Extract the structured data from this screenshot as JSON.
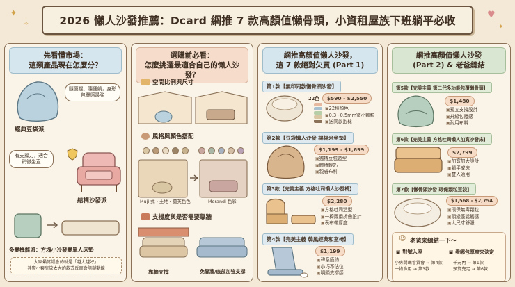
{
  "title": "2026 懶人沙發推薦：Dcard 網推 7 款高顏值懶骨頭，小資租屋族下班躺平必收",
  "col1": {
    "heading_l1": "先看懂市場：",
    "heading_l2": "這類產品現在怎麼分？",
    "bubble1": "隨便捏、隨便躺，身形包覆感最強",
    "label1": "經典豆袋派",
    "bubble2": "有支撐力，適合稍微坐直",
    "label2": "結構沙發派",
    "label3": "多變機能派：方塊小沙發變單人床墊",
    "note_l1": "大家最常誤會的就是「越大越好」",
    "note_l2": "其實小套房放太大的款式反而會阻礙動線"
  },
  "col2": {
    "heading_l1": "選購前必看：",
    "heading_l2": "怎麼挑選最適合自己的懶人沙發？",
    "sec1": "空間比例與尺寸",
    "sec2": "風格與顏色搭配",
    "swatch_label1": "Muji 式・土地・莫芙色色",
    "swatch_label2": "Morandi 色彩",
    "sec3": "支撐度與是否需要靠牆",
    "label_a": "靠牆支撐",
    "label_b": "免靠牆/底部加強支撐"
  },
  "col3": {
    "heading_l1": "網推高顏值懶人沙發，",
    "heading_l2": "這 7 款絕對欠買 (Part 1)",
    "items": [
      {
        "tag": "第1款【無印同款懶骨頭沙發】",
        "extra": "22色",
        "price": "$590 - $2,550",
        "features": [
          "22種顏色",
          "0.3~0.5mm微小顆粒",
          "送同款抱枕"
        ]
      },
      {
        "tag": "第2款【豆袋懶人沙發 楊楊米坐墊】",
        "price": "$1,199 - $1,699",
        "features": [
          "獨特豆包造型",
          "體積輕巧",
          "親膚布料"
        ]
      },
      {
        "tag": "第3款【完美主義 方格吐司懶人沙發椅】",
        "price": "$2,280",
        "features": [
          "方格吐司造型",
          "一椅兩用折疊設計",
          "表布帶厚度"
        ]
      },
      {
        "tag": "第4款【完美主義 韓風經典和室椅】",
        "price": "$1,199",
        "features": [
          "韓系簡約",
          "小巧不佔位",
          "明顯支撐感"
        ]
      }
    ]
  },
  "col4": {
    "heading_l1": "網推高顏值懶人沙發",
    "heading_l2": "(Part 2) & 老爸總結",
    "items": [
      {
        "tag": "第5款【完美主義 第二代多功能包覆懶骨頭】",
        "price": "$1,480",
        "features": [
          "獨立支撐設計",
          "升級包覆感",
          "耐用布料"
        ]
      },
      {
        "tag": "第6款【完美主義 方格吐司懶人加寬沙發床】",
        "price": "$2,799",
        "features": [
          "加寬加大設計",
          "躺平成床",
          "雙人適用"
        ]
      },
      {
        "tag": "第7款【懶骨頭沙發 環保顆粒豆袋】",
        "price": "$1,568 - $2,754",
        "features": [
          "環保無毒顆粒",
          "頂級蓬鬆觸感",
          "大尺寸舒服"
        ]
      }
    ],
    "summary_title": "老爸來總結一下～",
    "sum1_head": "對號入座",
    "sum2_head": "看哪包厚度來決定",
    "sum1_l1": "小房間晚看質會 → 第4款",
    "sum1_l2": "一物多用 → 第3款",
    "sum2_l1": "千元內 → 第1款",
    "sum2_l2": "預算充足 → 第6款"
  }
}
